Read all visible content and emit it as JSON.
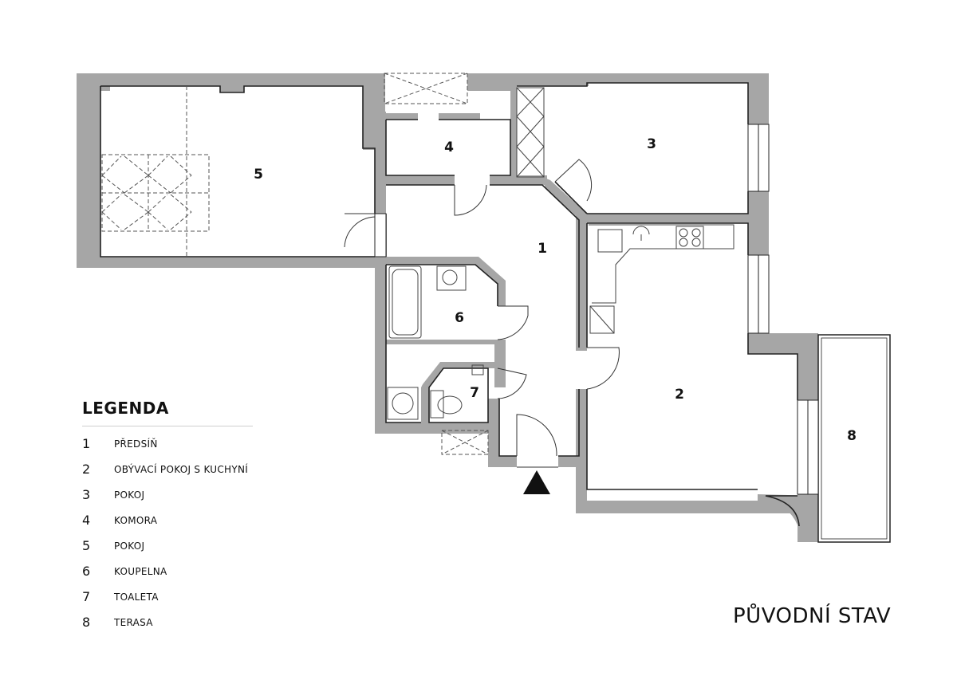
{
  "plan": {
    "rooms": [
      {
        "number": "1"
      },
      {
        "number": "2"
      },
      {
        "number": "3"
      },
      {
        "number": "4"
      },
      {
        "number": "5"
      },
      {
        "number": "6"
      },
      {
        "number": "7"
      },
      {
        "number": "8"
      }
    ],
    "wall_color": "#a6a6a6",
    "line_color": "#222222"
  },
  "legend": {
    "title": "LEGENDA",
    "items": [
      {
        "num": "1",
        "label": "PŘEDSÍŇ"
      },
      {
        "num": "2",
        "label": "OBÝVACÍ POKOJ S KUCHYNÍ"
      },
      {
        "num": "3",
        "label": "POKOJ"
      },
      {
        "num": "4",
        "label": "KOMORA"
      },
      {
        "num": "5",
        "label": "POKOJ"
      },
      {
        "num": "6",
        "label": "KOUPELNA"
      },
      {
        "num": "7",
        "label": "TOALETA"
      },
      {
        "num": "8",
        "label": "TERASA"
      }
    ]
  },
  "stav_label": "PŮVODNÍ STAV"
}
